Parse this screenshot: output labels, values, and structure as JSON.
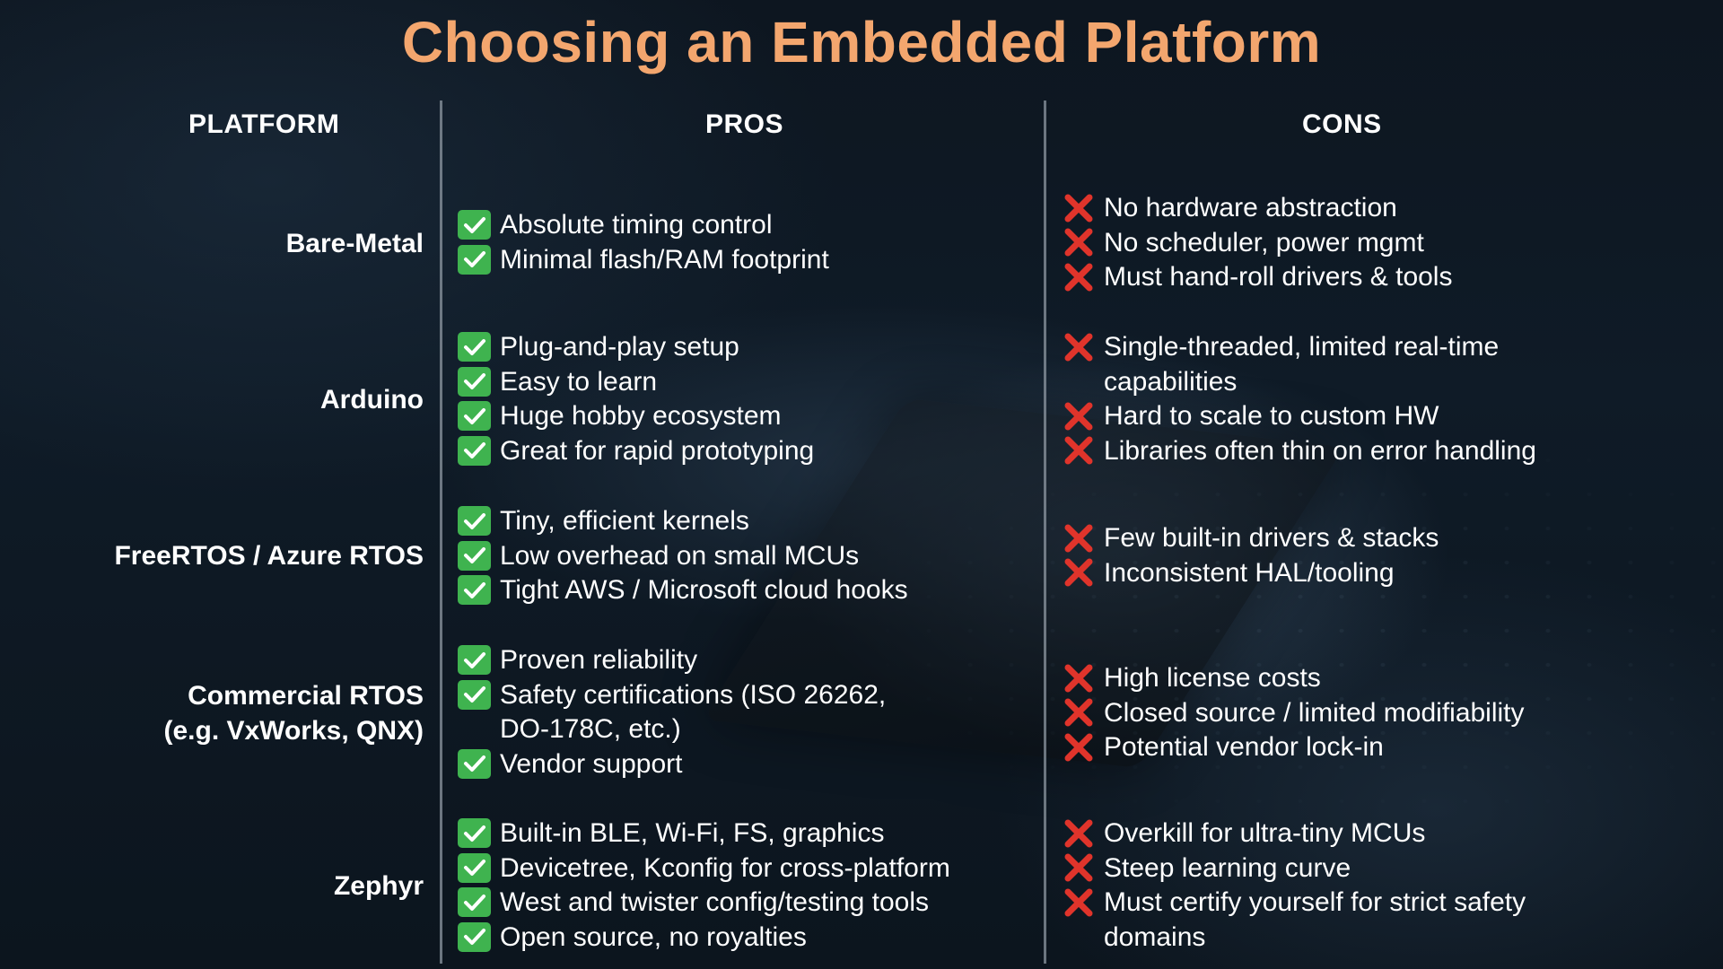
{
  "title": "Choosing an Embedded Platform",
  "headers": {
    "platform": "PLATFORM",
    "pros": "PROS",
    "cons": "CONS"
  },
  "icons": {
    "pro": "check-mark-icon",
    "con": "cross-mark-icon"
  },
  "colors": {
    "title": "#f3a66e",
    "check": "#3fb34f",
    "cross": "#e0342b",
    "text": "#ffffff"
  },
  "rows": [
    {
      "platform": "Bare-Metal",
      "pros": [
        "Absolute timing control",
        "Minimal flash/RAM footprint"
      ],
      "cons": [
        "No hardware abstraction",
        "No scheduler, power mgmt",
        "Must hand-roll drivers & tools"
      ]
    },
    {
      "platform": "Arduino",
      "pros": [
        "Plug-and-play setup",
        "Easy to learn",
        "Huge hobby ecosystem",
        "Great for rapid prototyping"
      ],
      "cons": [
        "Single-threaded, limited real-time\n capabilities",
        "Hard to scale to custom HW",
        "Libraries often thin on error handling"
      ]
    },
    {
      "platform": "FreeRTOS / Azure RTOS",
      "pros": [
        "Tiny, efficient kernels",
        "Low overhead on small MCUs",
        "Tight AWS / Microsoft cloud hooks"
      ],
      "cons": [
        "Few built-in drivers & stacks",
        "Inconsistent HAL/tooling"
      ]
    },
    {
      "platform": "Commercial RTOS\n(e.g. VxWorks, QNX)",
      "pros": [
        "Proven reliability",
        "Safety certifications (ISO 26262,\n DO-178C, etc.)",
        "Vendor support"
      ],
      "cons": [
        "High license costs",
        "Closed source / limited modifiability",
        "Potential vendor lock-in"
      ]
    },
    {
      "platform": "Zephyr",
      "pros": [
        "Built-in BLE, Wi-Fi, FS, graphics",
        "Devicetree, Kconfig for cross-platform",
        "West and twister config/testing tools",
        "Open source, no royalties"
      ],
      "cons": [
        "Overkill for ultra-tiny MCUs",
        "Steep learning curve",
        "Must certify yourself for strict safety\n domains"
      ]
    }
  ]
}
